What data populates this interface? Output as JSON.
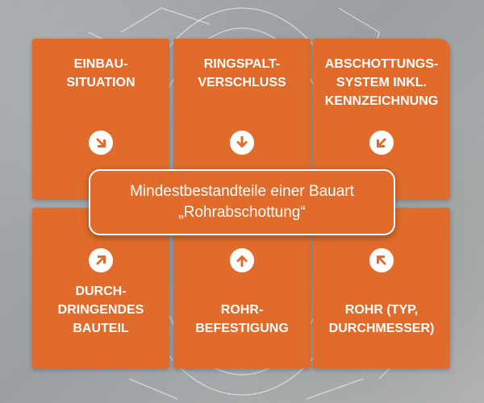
{
  "colors": {
    "accent": "#e06b2a",
    "background": "#a9acae",
    "text": "#ffffff"
  },
  "center": {
    "line1": "Mindestbestandteile einer Bauart",
    "line2": "„Rohrabschottung“"
  },
  "cards": [
    {
      "label": "EINBAU-\nSITUATION",
      "icon": "arrow-down-right-icon"
    },
    {
      "label": "RINGSPALT-\nVERSCHLUSS",
      "icon": "arrow-down-icon"
    },
    {
      "label": "ABSCHOTTUNGS-\nSYSTEM INKL.\nKENNZEICHNUNG",
      "icon": "arrow-down-left-icon"
    },
    {
      "label": "DURCH-\nDRINGENDES\nBAUTEIL",
      "icon": "arrow-up-right-icon"
    },
    {
      "label": "ROHR-\nBEFESTIGUNG",
      "icon": "arrow-up-icon"
    },
    {
      "label": "ROHR (TYP,\nDURCHMESSER)",
      "icon": "arrow-up-left-icon"
    }
  ]
}
